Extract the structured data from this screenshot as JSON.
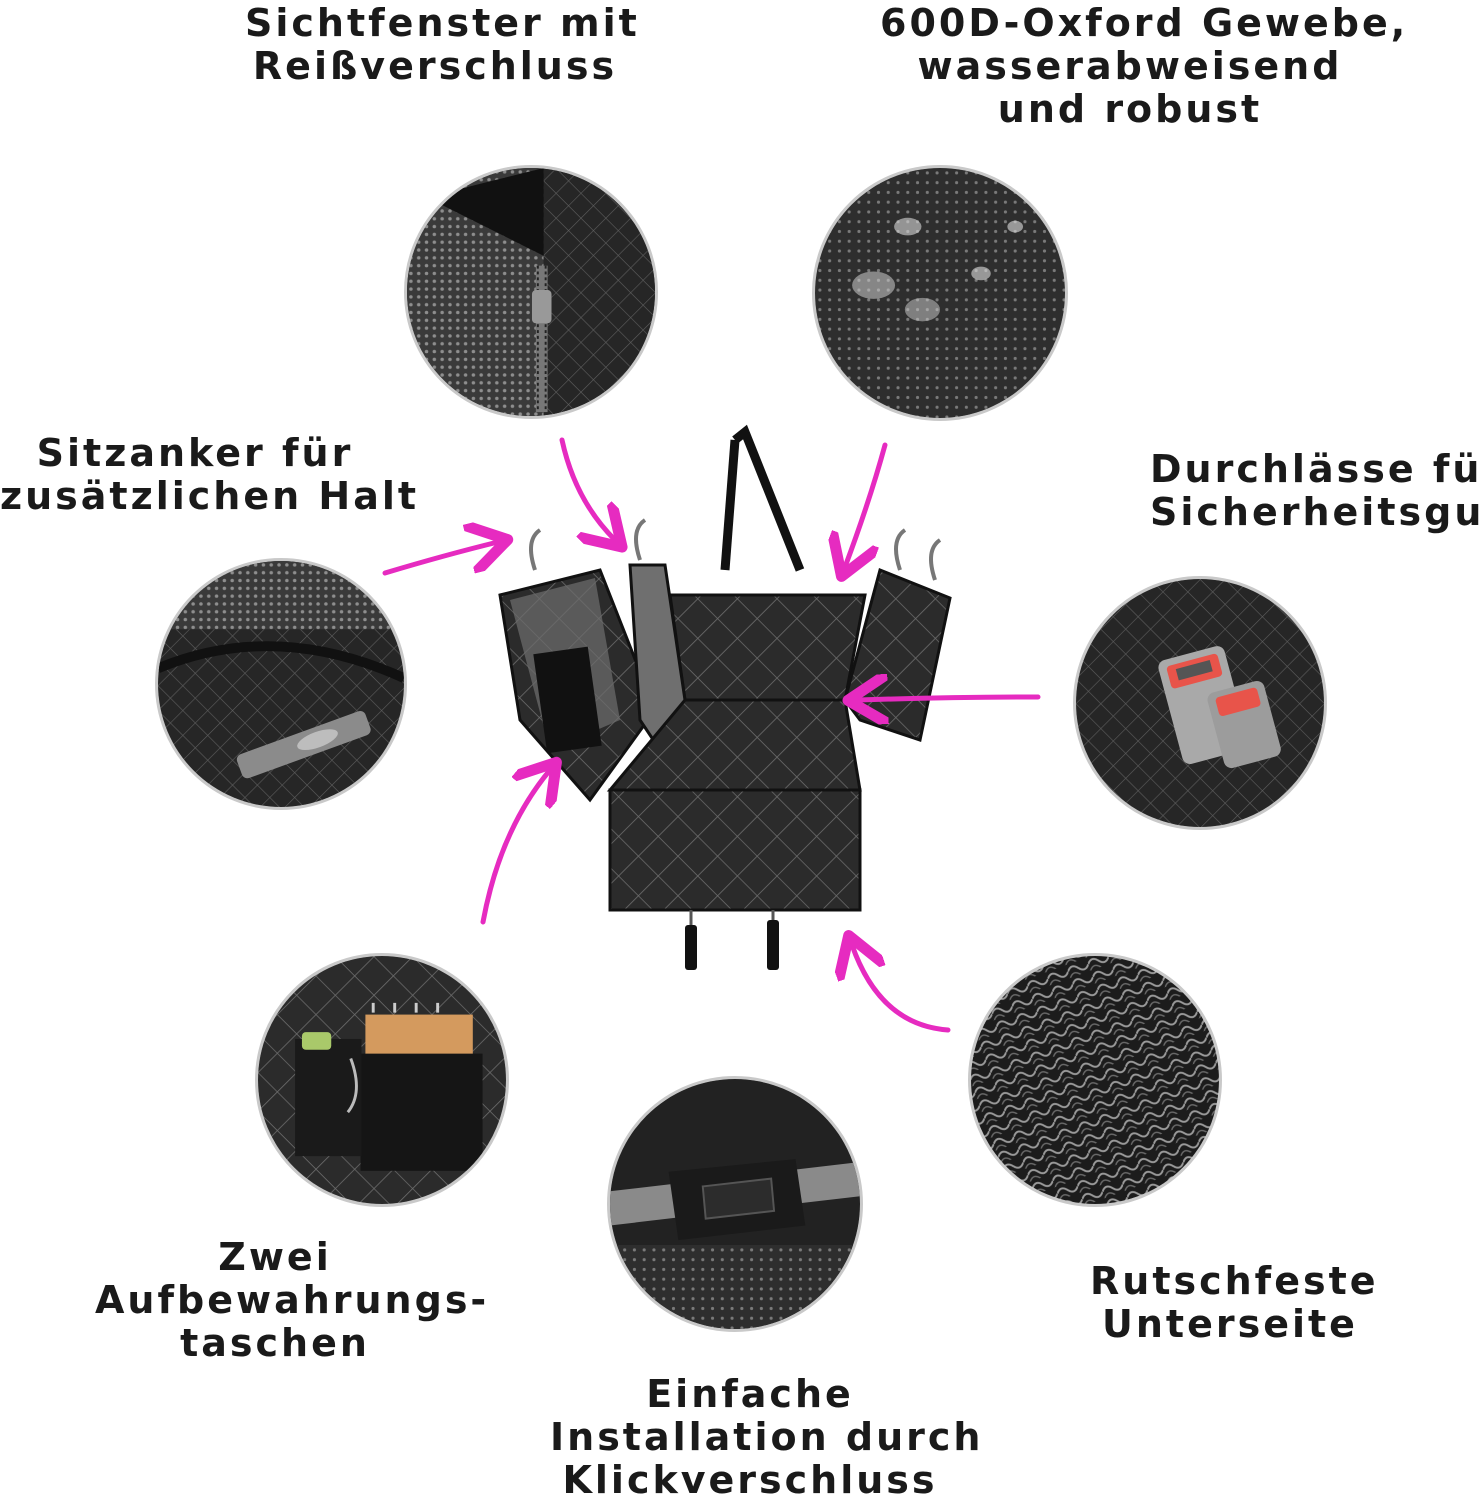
{
  "labels": {
    "zipper_window": [
      "Sichtfenster mit",
      "Reißverschluss"
    ],
    "oxford_fabric": [
      "600D-Oxford Gewebe,",
      "wasserabweisend",
      "und robust"
    ],
    "seat_anchor": [
      "Sitzanker für",
      "zusätzlichen Halt"
    ],
    "belt_openings": [
      "Durchlässe für",
      "Sicherheitsgurt"
    ],
    "storage_pockets": [
      "Zwei",
      "Aufbewahrungs-",
      "taschen"
    ],
    "easy_install": [
      "Einfache",
      "Installation durch",
      "Klickverschluss"
    ],
    "non_slip": [
      "Rutschfeste",
      "Unterseite"
    ]
  },
  "colors": {
    "arrow": "#e62bc0",
    "text": "#1a1a1a",
    "fabric": "#2a2a2a",
    "buckle_red": "#e8544a",
    "buckle_grey": "#a9a9a9"
  }
}
